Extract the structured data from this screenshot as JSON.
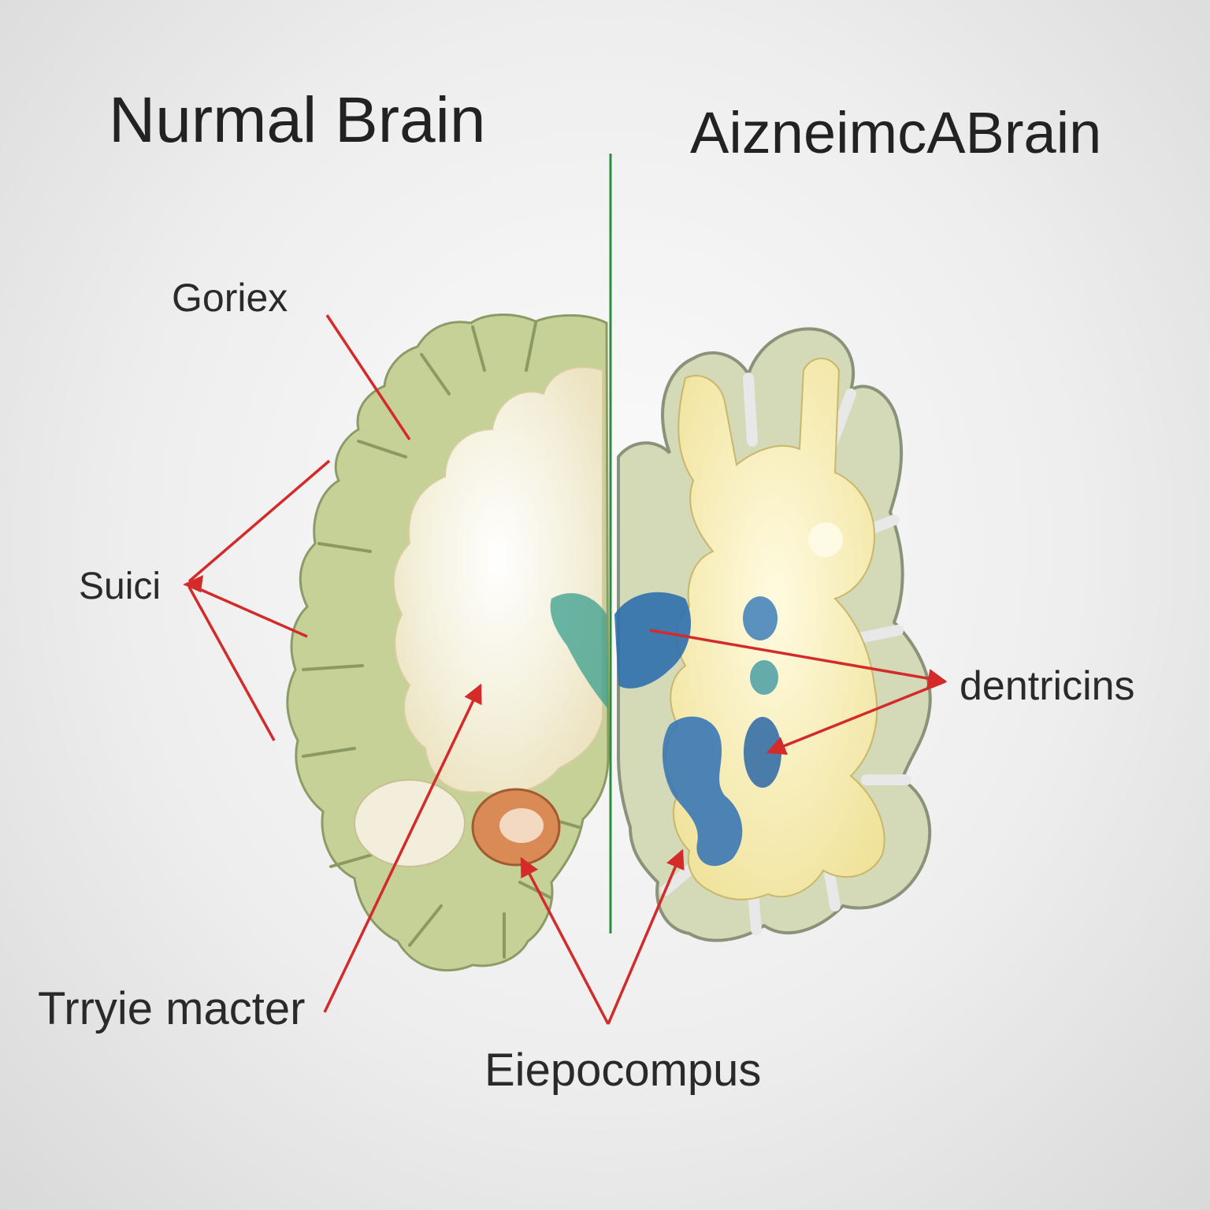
{
  "titles": {
    "left": "Nurmal Brain",
    "right": "AizneimcABrain"
  },
  "labels": {
    "cortex": "Goriex",
    "sulci": "Suici",
    "matter": "Trryie macter",
    "hippocampus": "Eiepocompus",
    "ventricles": "dentricins"
  },
  "colors": {
    "arrow": "#d42a2a",
    "divider": "#2e8b3a",
    "cortex_gray": "#c9d49a",
    "white_matter": "#f6f2dc",
    "atrophied_matter": "#f3e9a8",
    "ventricle_blue": "#2f6fae"
  }
}
